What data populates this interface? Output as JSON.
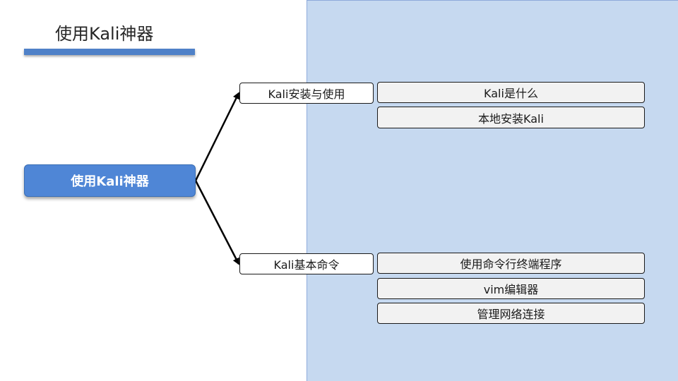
{
  "slide": {
    "title": "使用Kali神器"
  },
  "mindmap": {
    "root": "使用Kali神器",
    "branches": [
      {
        "label": "Kali安装与使用",
        "children": [
          "Kali是什么",
          "本地安装Kali"
        ]
      },
      {
        "label": "Kali基本命令",
        "children": [
          "使用命令行终端程序",
          "vim编辑器",
          "管理网络连接"
        ]
      }
    ]
  },
  "colors": {
    "panel": "#c6d9f0",
    "accent": "#4f86d6",
    "title_bar": "#4f81c8",
    "leaf_fill": "#f2f2f2"
  }
}
